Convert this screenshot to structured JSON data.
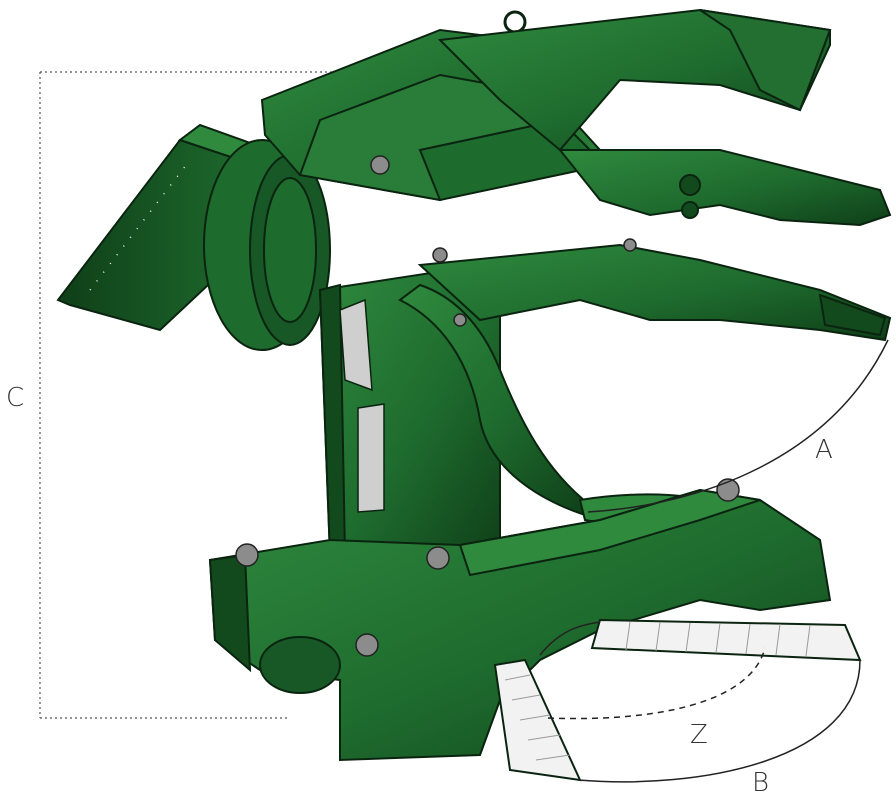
{
  "diagram": {
    "labels": {
      "c": "C",
      "a": "A",
      "z": "Z",
      "b": "B"
    },
    "colors": {
      "body": "#1e6b2e",
      "body_dark": "#124a1d",
      "body_light": "#2f8a3e",
      "outline": "#0a2410",
      "steel": "#cfcfcf",
      "blade": "#f2f2f2",
      "line": "#222222",
      "dotted": "#555555"
    }
  }
}
